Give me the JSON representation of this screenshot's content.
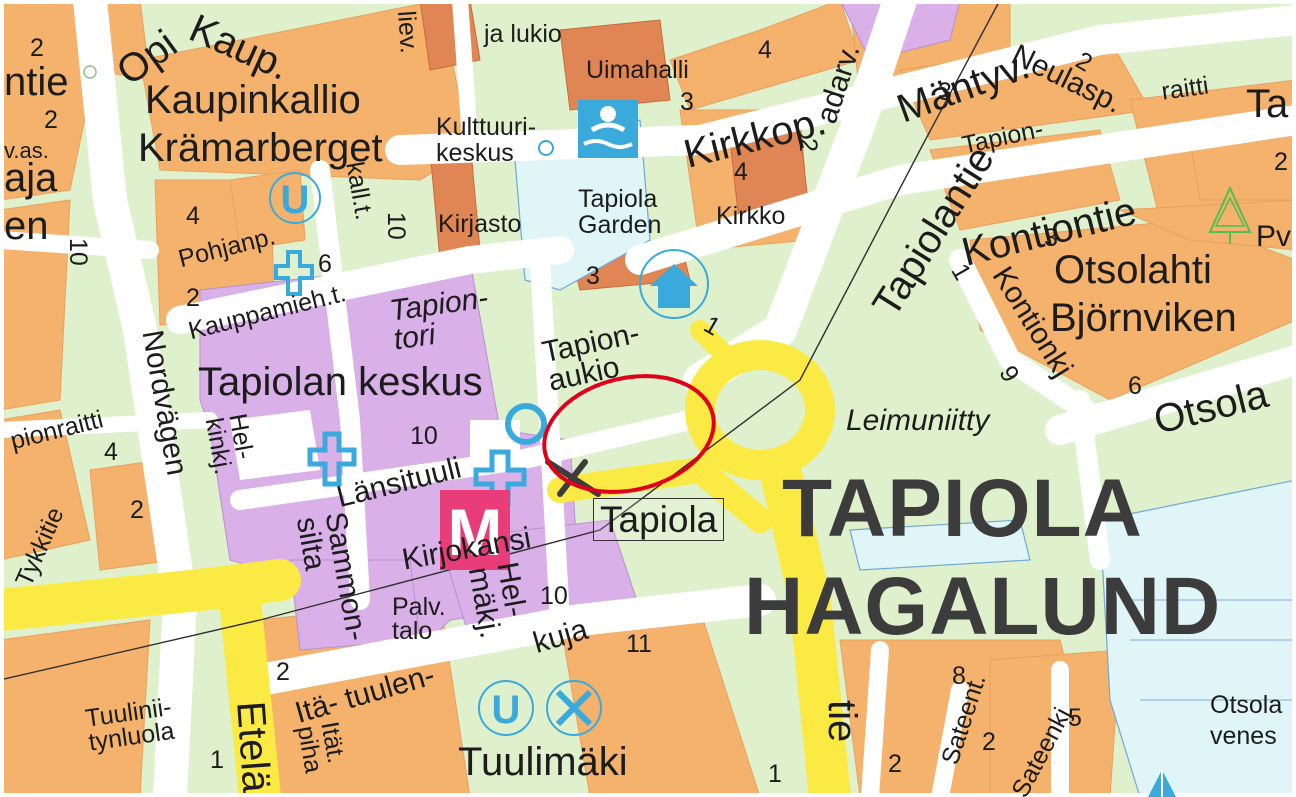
{
  "map": {
    "district_fi": "TAPIOLA",
    "district_sv": "HAGALUND",
    "station": "Tapiola",
    "areas": {
      "kaupinkallio": "Kaupinkallio",
      "kramarberget": "Krämarberget",
      "tapiolan_keskus": "Tapiolan keskus",
      "otsolahti": "Otsolahti",
      "bjornviken": "Björnviken",
      "tuulimaki": "Tuulimäki",
      "leimuniitty": "Leimuniitty",
      "tapiontori": "Tapion-\ntori"
    },
    "streets": {
      "nordvagen": "Nordvägen",
      "pohjanp": "Pohjanp.",
      "kauppamieh": "Kauppamieh.t.",
      "kall_t": "kall.t.",
      "kirkkop": "Kirkkop.",
      "tapiolantie": "Tapiolantie",
      "kontiontie": "Kontiontie",
      "kontionkj": "Kontionkj",
      "mantyv": "Mäntyv.",
      "neulasp": "Neulasp.",
      "tapionraitti_ne": "raitti",
      "tapion_ne": "Tapion-",
      "tapionaukio": "Tapion-\naukio",
      "lansituuli": "Länsituuli",
      "helkinkj": "Hel-\nkinkj.",
      "sammonsilta": "Sammon-\nsilta",
      "kirjokansi": "Kirjokansi",
      "helmakj": "Hel-\nmäkj.",
      "itatuulenkuja": "Itä- tuulen-",
      "kuja": "kuja",
      "etela": "Etelä",
      "itat_piha": "Ität.\npiha",
      "tuulinii": "Tuulinii-\ntynluola",
      "tapionraitti_w": "pionraitti",
      "tykkitie": "Tykkitie",
      "otsola": "Otsola",
      "sateent": "Sateent.",
      "sateenkj": "Sateenkj",
      "tie_vertical": "tie",
      "ntie": "ntie",
      "aja": "aja",
      "en": "en",
      "opi": "Opi",
      "kaup": "Kaup.",
      "liev": "liev.",
      "vas": "v.as.",
      "ta": "Ta",
      "madarv": "adarv.",
      "pv": "Pv",
      "otsolavenes": "Otsola\nvenes"
    },
    "buildings": {
      "ja_lukio": "ja lukio",
      "uimahalli": "Uimahalli",
      "kulttuurikeskus": "Kulttuuri-\nkeskus",
      "kirjasto": "Kirjasto",
      "tapiola_garden": "Tapiola\nGarden",
      "kirkko": "Kirkko",
      "palvtalo": "Palv.\ntalo"
    },
    "numbers": [
      "2",
      "3",
      "4",
      "6",
      "10",
      "1",
      "9",
      "11",
      "8",
      "5"
    ],
    "colors": {
      "residential": "#f4b26c",
      "commercial": "#d9b0e8",
      "public": "#e08654",
      "green": "#dff0cc",
      "road": "#ffffff",
      "main_road": "#fbea44",
      "water": "#dff5f8",
      "symbol_blue": "#3aa9dc",
      "metro_red": "#e93d79",
      "highlight": "#e0001a"
    },
    "icons": [
      "metro-icon",
      "bus-stop-icon",
      "pharmacy-cross-icon",
      "swimming-icon",
      "church-home-icon",
      "tree-icon",
      "parking-circle-icon",
      "boat-icon"
    ]
  }
}
